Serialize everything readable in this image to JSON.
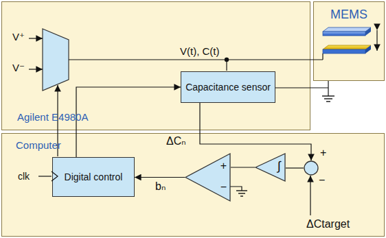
{
  "diagram": {
    "nodes": [
      {
        "text": [
          "Agilent E4980A"
        ]
      },
      {
        "text": [
          "MEMS"
        ]
      },
      {
        "text": [
          "Computer"
        ]
      },
      {
        "text": [
          "Capacitance sensor"
        ],
        "in": 0
      },
      {
        "text": [
          "Digital control"
        ],
        "in": 2
      },
      {
        "text": [
          "+",
          "−"
        ],
        "in": 2
      },
      {
        "text": [
          "∫"
        ],
        "in": 2
      },
      {
        "text": [
          "+",
          "−"
        ],
        "in": 2
      }
    ],
    "edges": [
      {
        "from": 3,
        "to": 7,
        "arrow": "to",
        "label": "ΔCₙ"
      },
      {
        "from": 7,
        "to": 6,
        "arrow": "none"
      },
      {
        "from": 6,
        "to": 5,
        "arrow": "none"
      },
      {
        "from": 5,
        "to": 4,
        "arrow": "to",
        "label": "bₙ"
      },
      {
        "from": 4,
        "to": 3,
        "arrow": "to"
      }
    ],
    "labels": [
      "V⁺",
      "V⁻",
      "V(t), C(t)",
      "clk",
      "ΔCtarget"
    ]
  }
}
